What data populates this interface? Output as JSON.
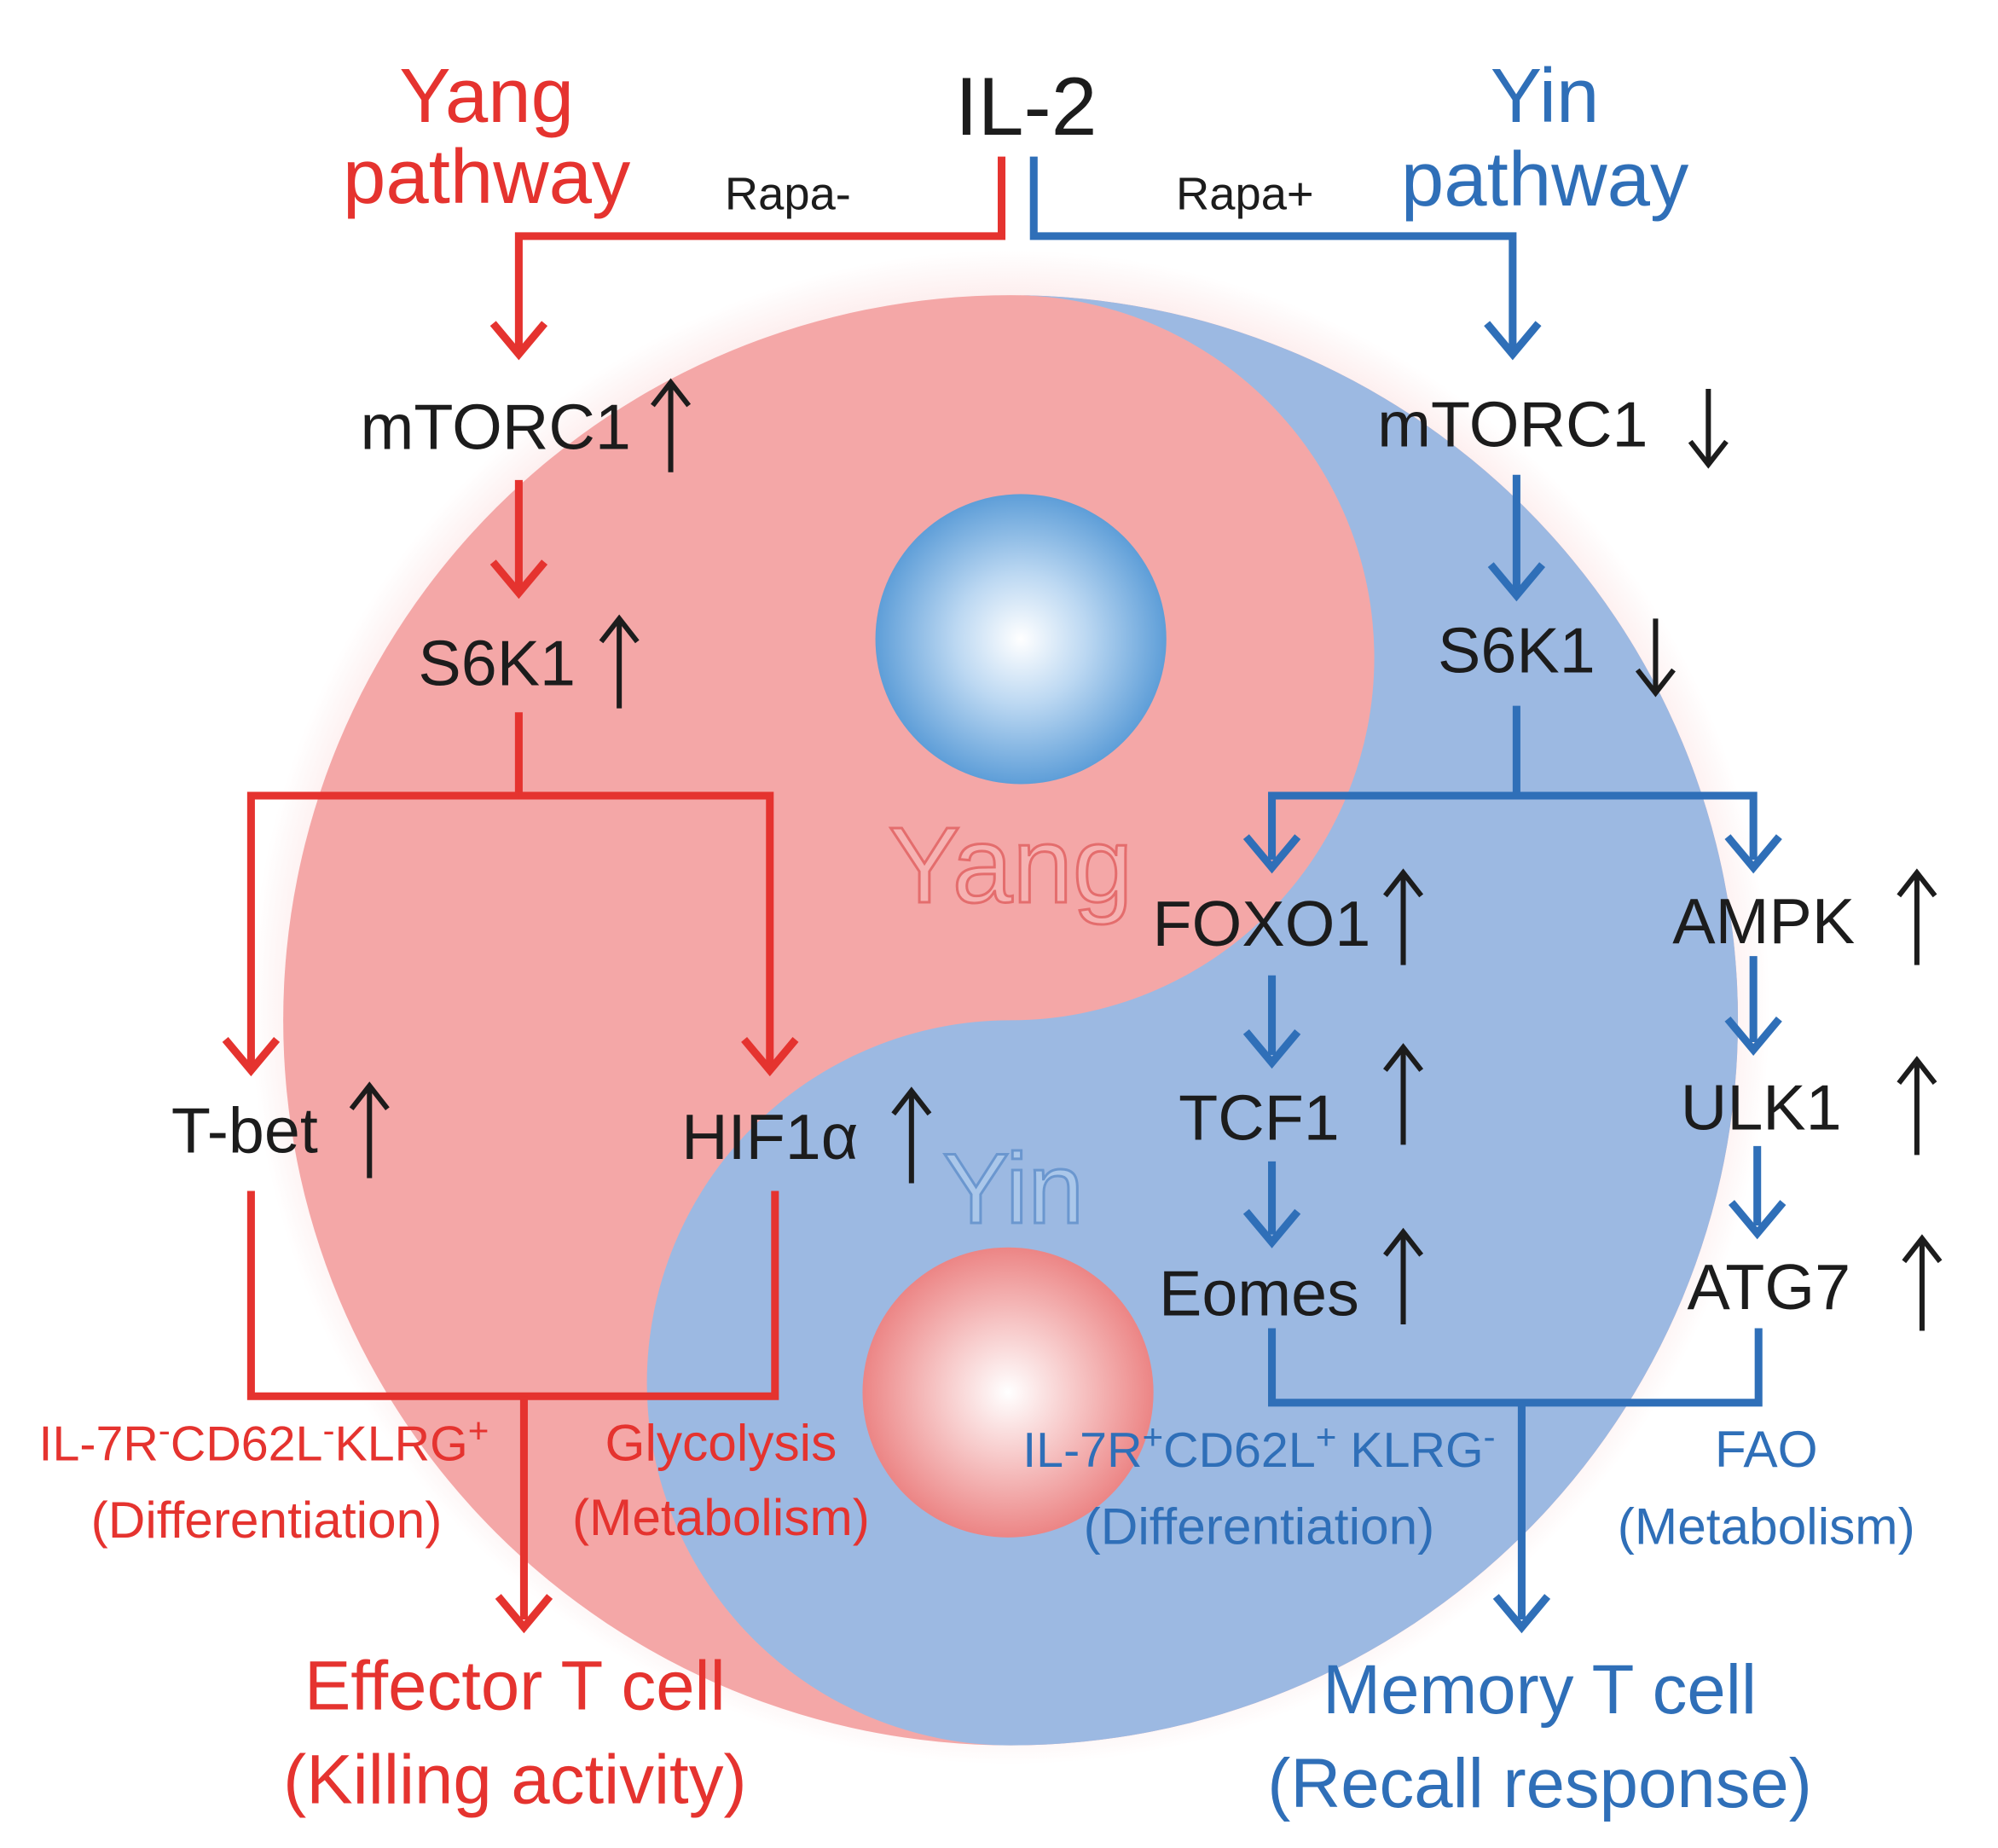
{
  "colors": {
    "yang_red": "#e5332f",
    "yin_blue": "#2f6fb8",
    "yang_fill": "#f4a7a7",
    "yin_fill": "#9cb9e2",
    "text": "#1c1c1c"
  },
  "top": {
    "il2": "IL-2",
    "yang_title_line1": "Yang",
    "yang_title_line2": "pathway",
    "yin_title_line1": "Yin",
    "yin_title_line2": "pathway",
    "rapa_minus": "Rapa-",
    "rapa_plus": "Rapa+"
  },
  "symbol": {
    "yang_label": "Yang",
    "yin_label": "Yin"
  },
  "yang": {
    "mtorc1": "mTORC1",
    "s6k1": "S6K1",
    "tbet": "T-bet",
    "hif1a": "HIF1α",
    "diff_marker_1": "IL-7R",
    "diff_marker_1_sup": "-",
    "diff_marker_2": "CD62L",
    "diff_marker_2_sup": "-",
    "diff_marker_3": "KLRG",
    "diff_marker_3_sup": "+",
    "diff_label": "(Differentiation)",
    "metab_marker": "Glycolysis",
    "metab_label": "(Metabolism)",
    "outcome_line1": "Effector T cell",
    "outcome_line2": "(Killing activity)"
  },
  "yin": {
    "mtorc1": "mTORC1",
    "s6k1": "S6K1",
    "foxo1": "FOXO1",
    "tcf1": "TCF1",
    "eomes": "Eomes",
    "ampk": "AMPK",
    "ulk1": "ULK1",
    "atg7": "ATG7",
    "diff_marker_1": "IL-7R",
    "diff_marker_1_sup": "+",
    "diff_marker_2": "CD62L",
    "diff_marker_2_sup": "+",
    "diff_marker_3": "KLRG",
    "diff_marker_3_sup": "-",
    "diff_label": "(Differentiation)",
    "metab_marker": "FAO",
    "metab_label": "(Metabolism)",
    "outcome_line1": "Memory T cell",
    "outcome_line2": "(Recall response)"
  }
}
